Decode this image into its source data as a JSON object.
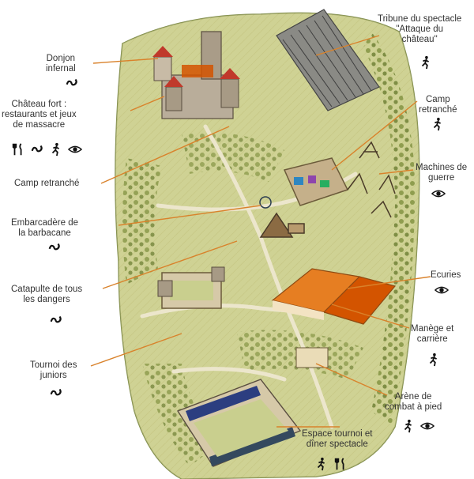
{
  "labels_left": [
    {
      "id": "donjon",
      "lines": [
        "Donjon",
        "infernal"
      ],
      "icons": [
        "swirl-icon"
      ]
    },
    {
      "id": "chateau",
      "lines": [
        "Château fort :",
        "restaurants et jeux",
        "de massacre"
      ],
      "icons": [
        "fork-knife-icon",
        "swirl-icon",
        "runner-icon",
        "eye-icon"
      ]
    },
    {
      "id": "camp-left",
      "lines": [
        "Camp retranché"
      ],
      "icons": []
    },
    {
      "id": "embarcadere",
      "lines": [
        "Embarcadère de",
        "la barbacane"
      ],
      "icons": [
        "swirl-icon"
      ]
    },
    {
      "id": "catapulte",
      "lines": [
        "Catapulte de tous",
        "les dangers"
      ],
      "icons": [
        "swirl-icon"
      ]
    },
    {
      "id": "tournoi",
      "lines": [
        "Tournoi des",
        "juniors"
      ],
      "icons": [
        "swirl-icon"
      ]
    }
  ],
  "labels_right": [
    {
      "id": "tribune",
      "lines": [
        "Tribune du spectacle",
        "\"Attaque du",
        "château\""
      ],
      "icons": [
        "runner-icon"
      ]
    },
    {
      "id": "camp-right",
      "lines": [
        "Camp",
        "retranché"
      ],
      "icons": [
        "runner-icon"
      ]
    },
    {
      "id": "machines",
      "lines": [
        "Machines de",
        "guerre"
      ],
      "icons": [
        "eye-icon"
      ]
    },
    {
      "id": "ecuries",
      "lines": [
        "Ecuries"
      ],
      "icons": [
        "eye-icon"
      ]
    },
    {
      "id": "manege",
      "lines": [
        "Manège et",
        "carrière"
      ],
      "icons": [
        "runner-icon"
      ]
    },
    {
      "id": "arene",
      "lines": [
        "Arène de",
        "combat à pied"
      ],
      "icons": [
        "runner-icon",
        "eye-icon"
      ]
    },
    {
      "id": "espace",
      "lines": [
        "Espace tournoi et",
        "dîner spectacle"
      ],
      "icons": [
        "runner-icon",
        "fork-knife-icon"
      ]
    }
  ],
  "colors": {
    "land": "#c9cf8e",
    "forest": "#9aa858",
    "path": "#e8e3c9",
    "leader": "#d9822b",
    "roof": "#e67e22",
    "stone": "#b9ad9a",
    "sea": "#ffffff"
  }
}
